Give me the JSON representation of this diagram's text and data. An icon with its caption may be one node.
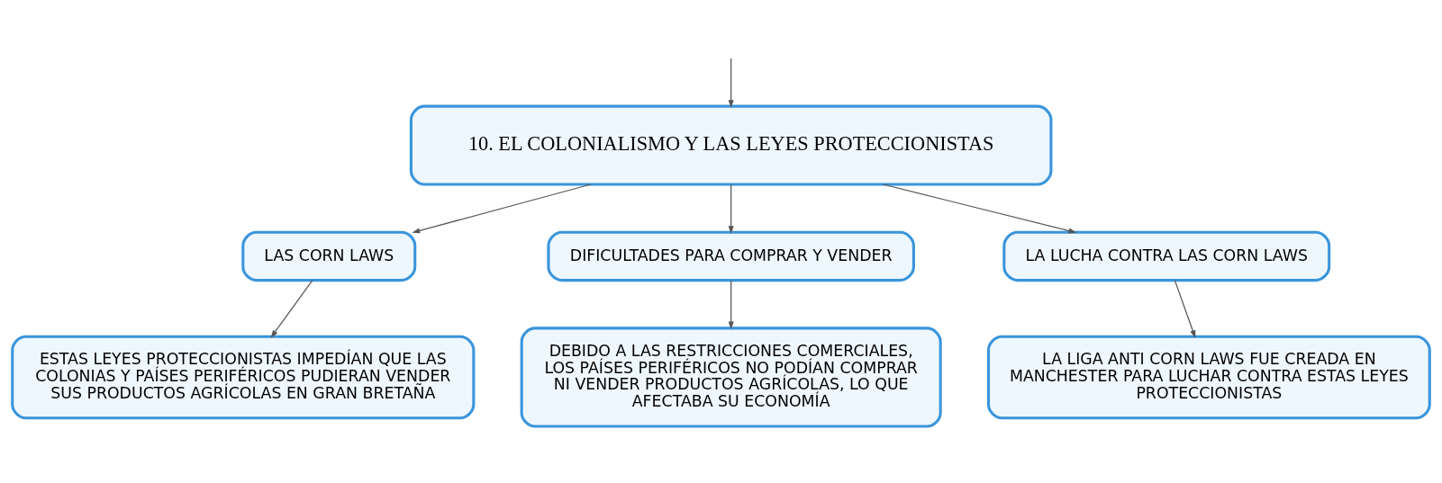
{
  "diagram": {
    "nodes": [
      {
        "text": [
          "10. EL COLONIALISMO Y LAS LEYES PROTECCIONISTAS"
        ]
      },
      {
        "text": [
          "LAS CORN LAWS"
        ]
      },
      {
        "text": [
          "DIFICULTADES PARA COMPRAR Y VENDER"
        ]
      },
      {
        "text": [
          "LA LUCHA CONTRA LAS CORN LAWS"
        ]
      },
      {
        "text": [
          "ESTAS LEYES PROTECCIONISTAS IMPEDÍAN QUE LAS COLONIAS Y PAÍSES PERIFÉRICOS PUDIERAN VENDER SUS PRODUCTOS AGRÍCOLAS EN GRAN BRETAÑA"
        ]
      },
      {
        "text": [
          "DEBIDO A LAS RESTRICCIONES COMERCIALES, LOS PAÍSES PERIFÉRICOS NO PODÍAN COMPRAR NI VENDER PRODUCTOS AGRÍCOLAS, LO QUE AFECTABA SU ECONOMÍA"
        ]
      },
      {
        "text": [
          "LA LIGA ANTI CORN LAWS FUE CREADA EN MANCHESTER PARA LUCHAR CONTRA ESTAS LEYES PROTECCIONISTAS"
        ]
      }
    ],
    "edges": [
      {
        "from": null,
        "to": 0,
        "arrow": "to"
      },
      {
        "from": 0,
        "to": 1,
        "arrow": "to"
      },
      {
        "from": 0,
        "to": 2,
        "arrow": "to"
      },
      {
        "from": 0,
        "to": 3,
        "arrow": "to"
      },
      {
        "from": 1,
        "to": 4,
        "arrow": "to"
      },
      {
        "from": 2,
        "to": 5,
        "arrow": "to"
      },
      {
        "from": 3,
        "to": 6,
        "arrow": "to"
      }
    ]
  }
}
